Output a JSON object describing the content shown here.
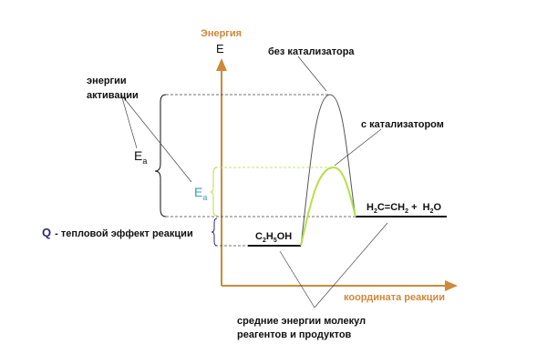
{
  "axes": {
    "y_label": "Энергия",
    "y_symbol": "E",
    "x_label": "координата реакции"
  },
  "labels": {
    "without_catalyst": "без катализатора",
    "with_catalyst": "с катализатором",
    "activation_energies": [
      "энергии",
      "активации"
    ],
    "ea_main": "E",
    "ea_sub": "a",
    "q_symbol": "Q",
    "q_text": "- тепловой эффект реакции",
    "reactant": {
      "c": "C",
      "s1": "2",
      "h": "H",
      "s2": "5",
      "oh": "OH"
    },
    "products": {
      "p1": "H",
      "s1": "2",
      "p2": "C=CH",
      "s2": "2",
      "plus": " +  H",
      "s3": "2",
      "p3": "O"
    },
    "mean_energies": [
      "средние энергии молекул",
      "реагентов и продуктов"
    ]
  },
  "colors": {
    "axis": "#d0883a",
    "catalyst_curve": "#b5e04a",
    "ea_catalyst": "#3aa0b0",
    "q": "#2a2a7a"
  }
}
